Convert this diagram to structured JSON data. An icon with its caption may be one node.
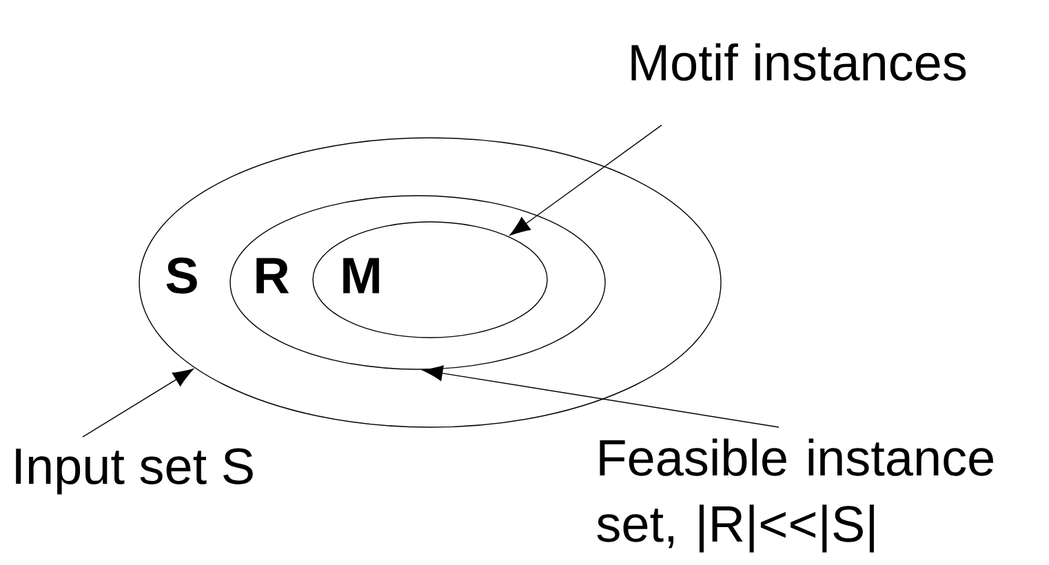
{
  "diagram": {
    "nodes": [
      {
        "text": [
          "S"
        ]
      },
      {
        "text": [
          "R"
        ],
        "in": 0
      },
      {
        "text": [
          "M"
        ],
        "in": 1
      },
      {
        "text": [
          "Motif instances"
        ]
      },
      {
        "text": [
          "Input set S"
        ]
      },
      {
        "text": [
          "Feasible instance set, |R|<<|S|"
        ]
      }
    ],
    "edges": [
      {
        "from": 3,
        "to": 2,
        "arrow": "to"
      },
      {
        "from": 4,
        "to": 0,
        "arrow": "to"
      },
      {
        "from": 5,
        "to": 1,
        "arrow": "to"
      }
    ]
  }
}
